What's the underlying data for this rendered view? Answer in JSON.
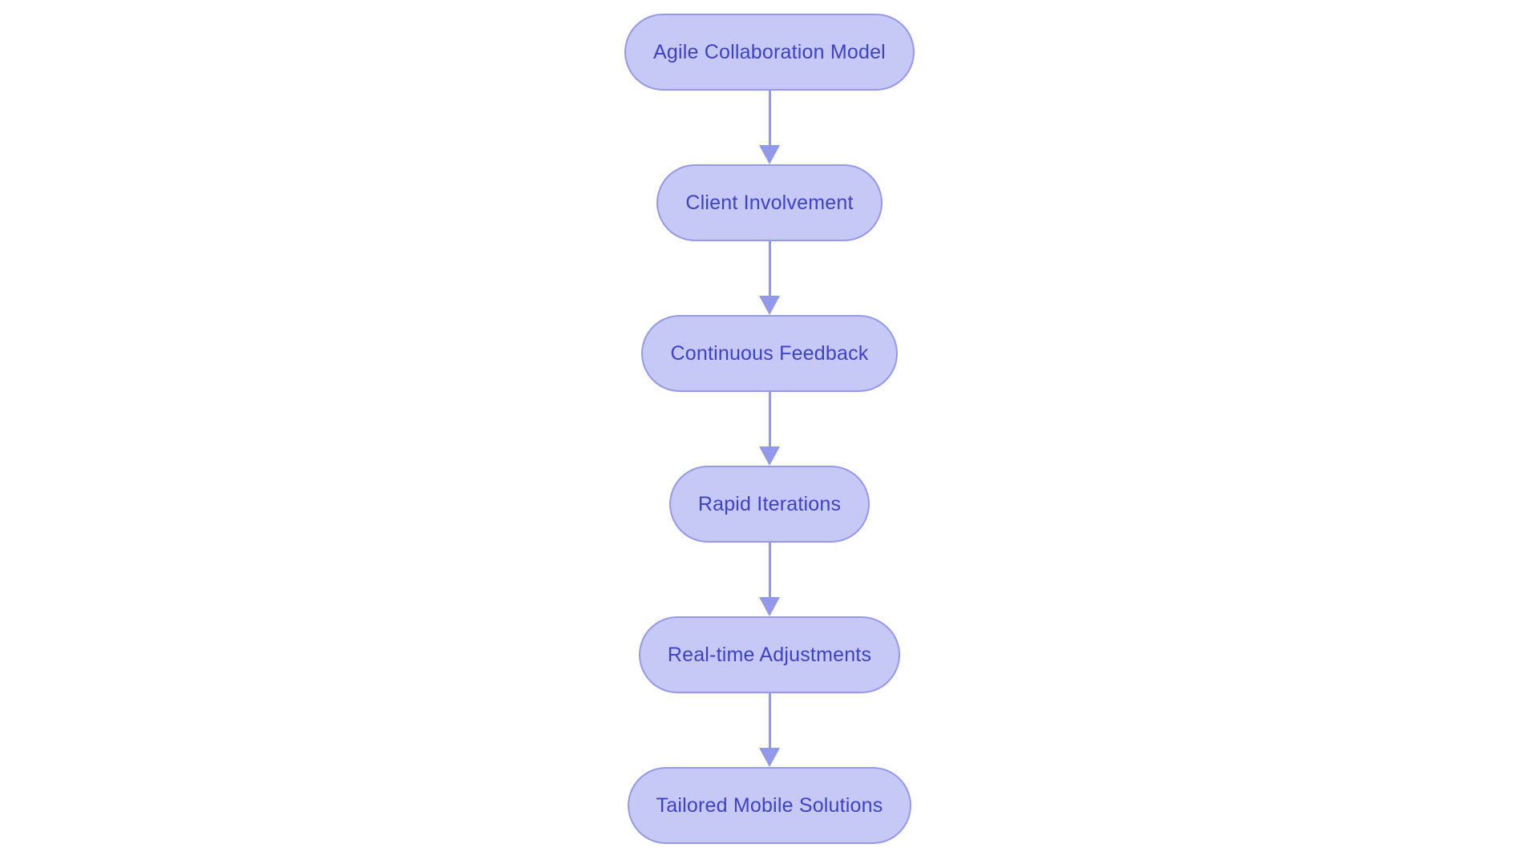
{
  "diagram": {
    "type": "flowchart",
    "direction": "top-down",
    "colors": {
      "background": "#ffffff",
      "node_fill": "#c6c8f5",
      "node_border": "#9599e9",
      "node_text": "#3d42c6",
      "arrow": "#9298ea"
    },
    "nodes": [
      {
        "label": "Agile Collaboration Model"
      },
      {
        "label": "Client Involvement"
      },
      {
        "label": "Continuous Feedback"
      },
      {
        "label": "Rapid Iterations"
      },
      {
        "label": "Real-time Adjustments"
      },
      {
        "label": "Tailored Mobile Solutions"
      }
    ],
    "edges": [
      {
        "from": "Agile Collaboration Model",
        "to": "Client Involvement"
      },
      {
        "from": "Client Involvement",
        "to": "Continuous Feedback"
      },
      {
        "from": "Continuous Feedback",
        "to": "Rapid Iterations"
      },
      {
        "from": "Rapid Iterations",
        "to": "Real-time Adjustments"
      },
      {
        "from": "Real-time Adjustments",
        "to": "Tailored Mobile Solutions"
      }
    ]
  }
}
